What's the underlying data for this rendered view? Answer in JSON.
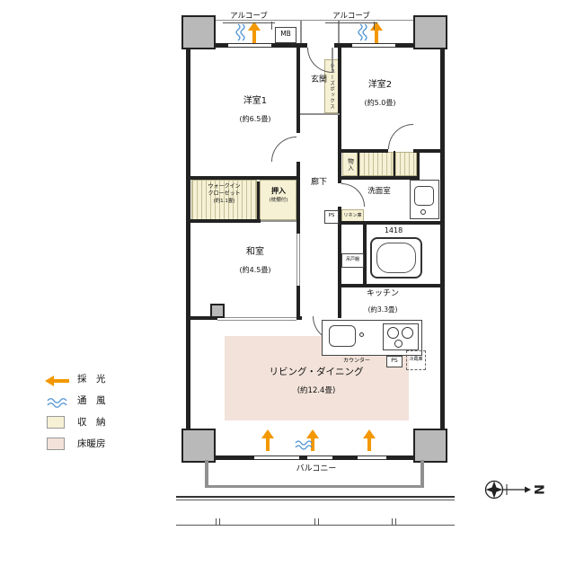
{
  "colors": {
    "storage_fill": "#f6f1d5",
    "floor_heating_fill": "#f2e2d9",
    "light_arrow": "#f39800",
    "wind": "#4f93d2",
    "pillar": "#b9b9b9"
  },
  "legend": {
    "light": "採　光",
    "wind": "通　風",
    "storage": "収　納",
    "floor_heating": "床暖房"
  },
  "compass": {
    "north": "N"
  },
  "plan": {
    "alcove_left": "アルコーブ",
    "alcove_right": "アルコーブ",
    "meter_box": "MB",
    "entrance": "玄関",
    "shoe_box": "シューズボックス",
    "western_room1": {
      "name": "洋室1",
      "size": "(約6.5畳)"
    },
    "western_room2": {
      "name": "洋室2",
      "size": "(約5.0畳)"
    },
    "walk_in_closet": {
      "line1": "ウォークイン",
      "line2": "クローゼット",
      "line3": "(約1.1畳)"
    },
    "oshiire": {
      "name": "押入",
      "note": "(枕棚付)"
    },
    "storage_small": "物入",
    "hallway": "廊下",
    "washroom": "洗面室",
    "ps_upper": "PS",
    "linen": "リネン庫",
    "bath_size": "1418",
    "hanging_cabinet": "吊戸棚",
    "japanese_room": {
      "name": "和室",
      "size": "(約4.5畳)"
    },
    "kitchen": {
      "name": "キッチン",
      "size": "(約3.3畳)"
    },
    "counter": "カウンター",
    "ps_lower": "PS",
    "refrigerator": "冷蔵庫",
    "living_dining": {
      "name": "リビング・ダイニング",
      "size": "(約12.4畳)"
    },
    "balcony": "バルコニー"
  }
}
